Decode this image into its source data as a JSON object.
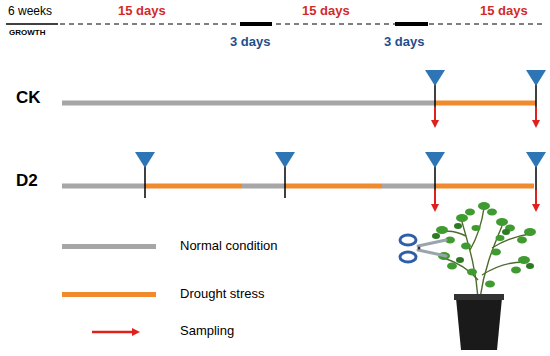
{
  "diagram": {
    "labels": [
      "6 weeks",
      "15 days",
      "15 days",
      "15 days",
      "GROWTH",
      "3 days",
      "3 days",
      "CK",
      "D2"
    ],
    "legend": [
      {
        "text": "Normal condition",
        "color": "#a6a6a6"
      },
      {
        "text": "Drought stress",
        "color": "#f08a2c"
      },
      {
        "text": "Sampling"
      }
    ]
  }
}
